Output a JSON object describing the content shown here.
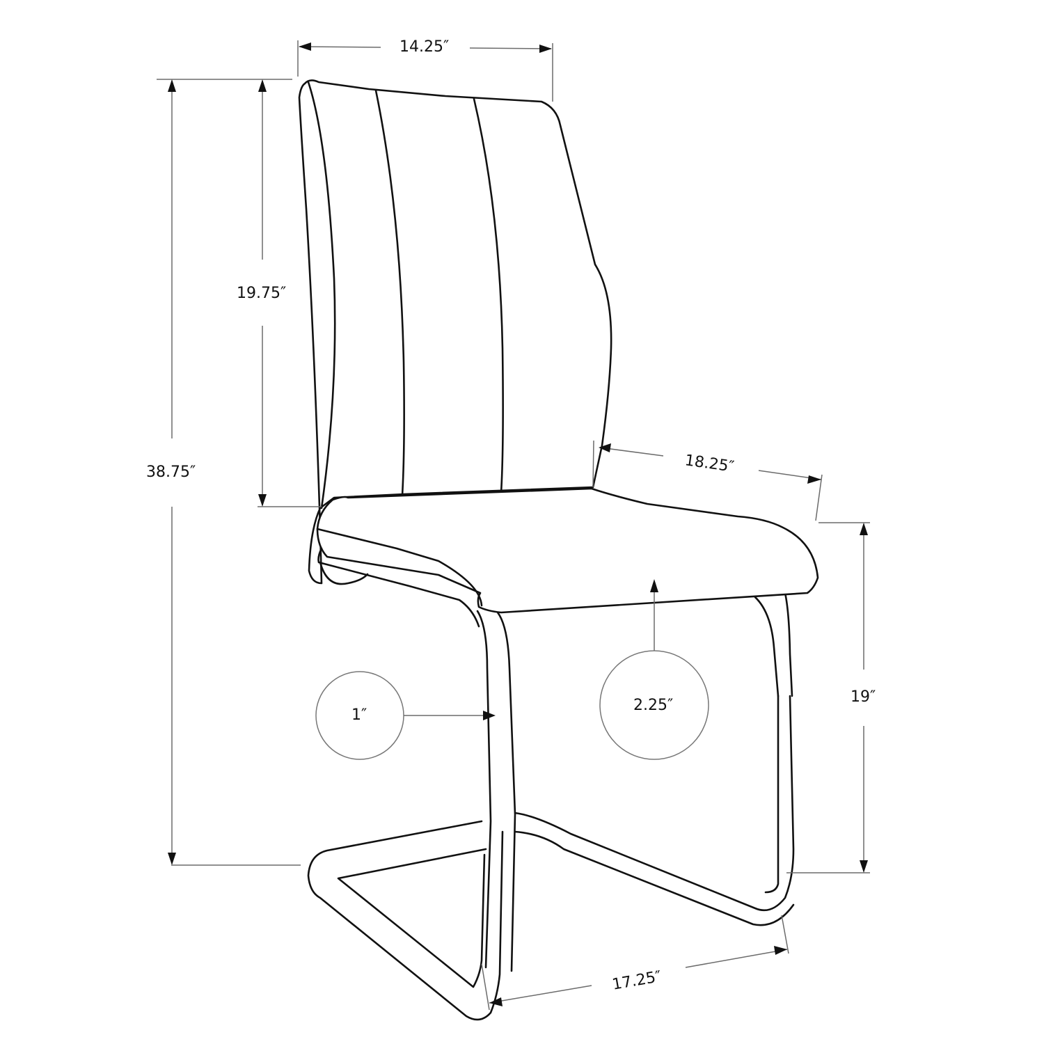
{
  "diagram": {
    "subject": "Cantilever dining chair with channel-tufted backrest and chrome sled base",
    "line_color": "#111111",
    "dimension_line_color": "#6b6b6b",
    "background": "#ffffff"
  },
  "dimensions": {
    "back_width": {
      "label": "14.25″",
      "value_in": 14.25,
      "description": "Backrest width"
    },
    "back_height": {
      "label": "19.75″",
      "value_in": 19.75,
      "description": "Backrest height above seat"
    },
    "overall_height": {
      "label": "38.75″",
      "value_in": 38.75,
      "description": "Overall height"
    },
    "seat_depth": {
      "label": "18.25″",
      "value_in": 18.25,
      "description": "Seat depth"
    },
    "seat_height": {
      "label": "19″",
      "value_in": 19,
      "description": "Seat height from floor"
    },
    "base_width": {
      "label": "17.25″",
      "value_in": 17.25,
      "description": "Base width"
    }
  },
  "callouts": {
    "tube_diameter": {
      "label": "1″",
      "value_in": 1,
      "description": "Frame tube diameter"
    },
    "seat_thickness": {
      "label": "2.25″",
      "value_in": 2.25,
      "description": "Seat cushion thickness"
    }
  }
}
